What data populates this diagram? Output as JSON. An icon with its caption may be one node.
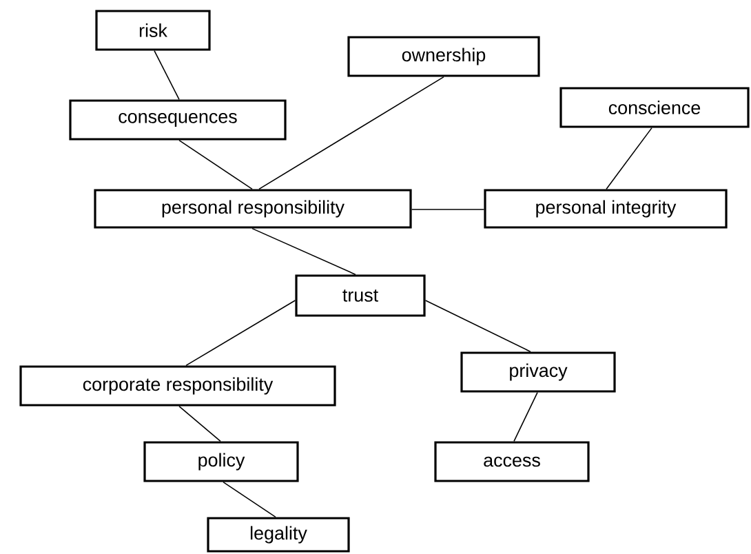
{
  "diagram": {
    "nodes": [
      {
        "text": [
          "risk"
        ]
      },
      {
        "text": [
          "ownership"
        ]
      },
      {
        "text": [
          "consequences"
        ]
      },
      {
        "text": [
          "conscience"
        ]
      },
      {
        "text": [
          "personal responsibility"
        ]
      },
      {
        "text": [
          "personal integrity"
        ]
      },
      {
        "text": [
          "trust"
        ]
      },
      {
        "text": [
          "privacy"
        ]
      },
      {
        "text": [
          "corporate responsibility"
        ]
      },
      {
        "text": [
          "policy"
        ]
      },
      {
        "text": [
          "access"
        ]
      },
      {
        "text": [
          "legality"
        ]
      }
    ],
    "edges": [
      {
        "from": 0,
        "to": 2,
        "arrow": "none"
      },
      {
        "from": 2,
        "to": 4,
        "arrow": "none"
      },
      {
        "from": 1,
        "to": 4,
        "arrow": "none"
      },
      {
        "from": 4,
        "to": 5,
        "arrow": "none"
      },
      {
        "from": 3,
        "to": 5,
        "arrow": "none"
      },
      {
        "from": 4,
        "to": 6,
        "arrow": "none"
      },
      {
        "from": 6,
        "to": 8,
        "arrow": "none"
      },
      {
        "from": 6,
        "to": 7,
        "arrow": "none"
      },
      {
        "from": 8,
        "to": 9,
        "arrow": "none"
      },
      {
        "from": 9,
        "to": 11,
        "arrow": "none"
      },
      {
        "from": 7,
        "to": 10,
        "arrow": "none"
      }
    ]
  }
}
